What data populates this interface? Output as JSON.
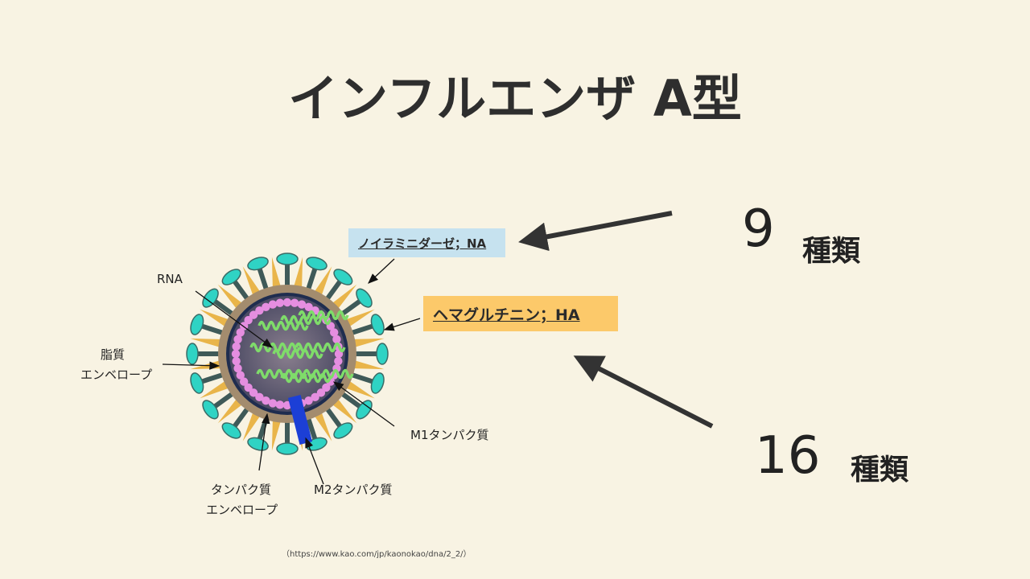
{
  "title": "インフルエンザ A型",
  "labels": {
    "na": "ノイラミニダーゼ；NA",
    "ha": "ヘマグルチニン；HA",
    "rna": "RNA",
    "lipid_1": "脂質",
    "lipid_2": "エンベロープ",
    "m1": "M1タンパク質",
    "m2": "M2タンパク質",
    "protein_env_1": "タンパク質",
    "protein_env_2": "エンベロープ"
  },
  "counts": {
    "na_count": "9",
    "na_unit": "種類",
    "ha_count": "16",
    "ha_unit": "種類"
  },
  "source": "（https://www.kao.com/jp/kaonokao/dna/2_2/）",
  "colors": {
    "background": "#f8f3e3",
    "na_box": "#c6e2ef",
    "ha_box": "#fcc96a"
  }
}
